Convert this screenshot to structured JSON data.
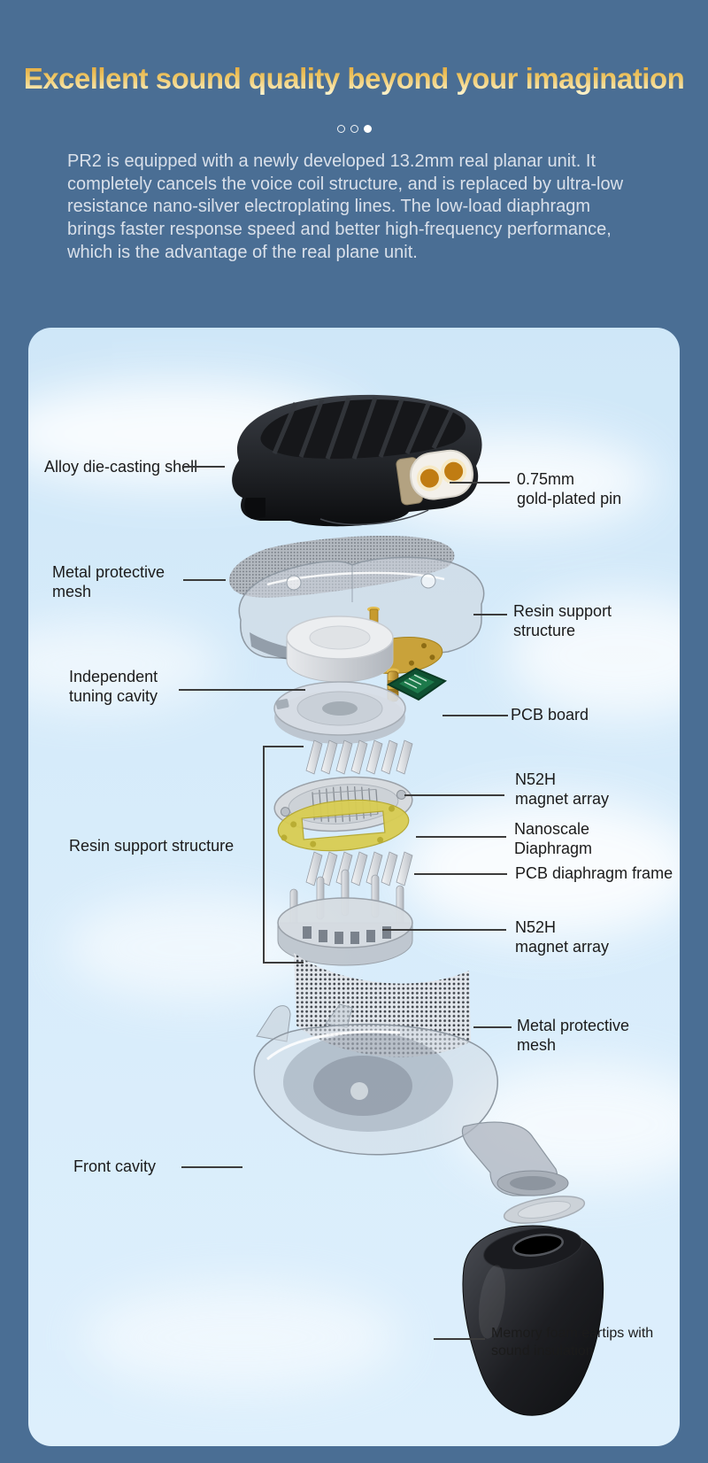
{
  "header": {
    "title": "Excellent sound quality beyond your imagination",
    "description": "PR2 is equipped with a newly developed 13.2mm real planar unit. It completely cancels the voice coil structure, and is replaced by ultra-low resistance nano-silver electroplating lines. The low-load diaphragm brings faster response speed and better high-frequency performance, which is the advantage of the real plane unit.",
    "carousel": {
      "dots": [
        {
          "active": false
        },
        {
          "active": false
        },
        {
          "active": true
        }
      ]
    }
  },
  "colors": {
    "page_bg": "#4a6e94",
    "card_bg": "#d6ebfa",
    "title_gradient_top": "#e2a83c",
    "title_gradient_bottom": "#fdf3cc",
    "paragraph_text": "#d9e0ea",
    "label_text": "#1b1b1b",
    "connector_line": "#3c3c3c",
    "pcb_green": "#1d7a4b",
    "frame_yellow": "#d9cd52",
    "gold_pin": "#c07c12"
  },
  "diagram": {
    "labels": [
      {
        "id": "alloy-die-casting-shell",
        "side": "left",
        "lines": [
          "Alloy die-casting shell"
        ]
      },
      {
        "id": "gold-plated-pin",
        "side": "right",
        "lines": [
          "0.75mm",
          "gold-plated pin"
        ]
      },
      {
        "id": "metal-protective-mesh-top",
        "side": "left",
        "lines": [
          "Metal protective",
          "mesh"
        ]
      },
      {
        "id": "resin-support-structure-right",
        "side": "right",
        "lines": [
          "Resin support",
          "structure"
        ]
      },
      {
        "id": "independent-tuning-cavity",
        "side": "left",
        "lines": [
          "Independent",
          "tuning cavity"
        ]
      },
      {
        "id": "pcb-board",
        "side": "right",
        "lines": [
          "PCB board"
        ]
      },
      {
        "id": "n52h-magnet-array-upper",
        "side": "right",
        "lines": [
          "N52H",
          "magnet array"
        ]
      },
      {
        "id": "nanoscale-diaphragm",
        "side": "right",
        "lines": [
          "Nanoscale",
          "Diaphragm"
        ]
      },
      {
        "id": "pcb-diaphragm-frame",
        "side": "right",
        "lines": [
          "PCB diaphragm frame"
        ]
      },
      {
        "id": "resin-support-structure-left",
        "side": "left",
        "lines": [
          "Resin support structure"
        ]
      },
      {
        "id": "n52h-magnet-array-lower",
        "side": "right",
        "lines": [
          "N52H",
          "magnet array"
        ]
      },
      {
        "id": "metal-protective-mesh-bottom",
        "side": "right",
        "lines": [
          "Metal protective",
          "mesh"
        ]
      },
      {
        "id": "front-cavity",
        "side": "left",
        "lines": [
          "Front cavity"
        ]
      },
      {
        "id": "memory-foam-eartips",
        "side": "right",
        "lines": [
          "Memory foam eartips with",
          "sound insulation"
        ]
      }
    ]
  }
}
